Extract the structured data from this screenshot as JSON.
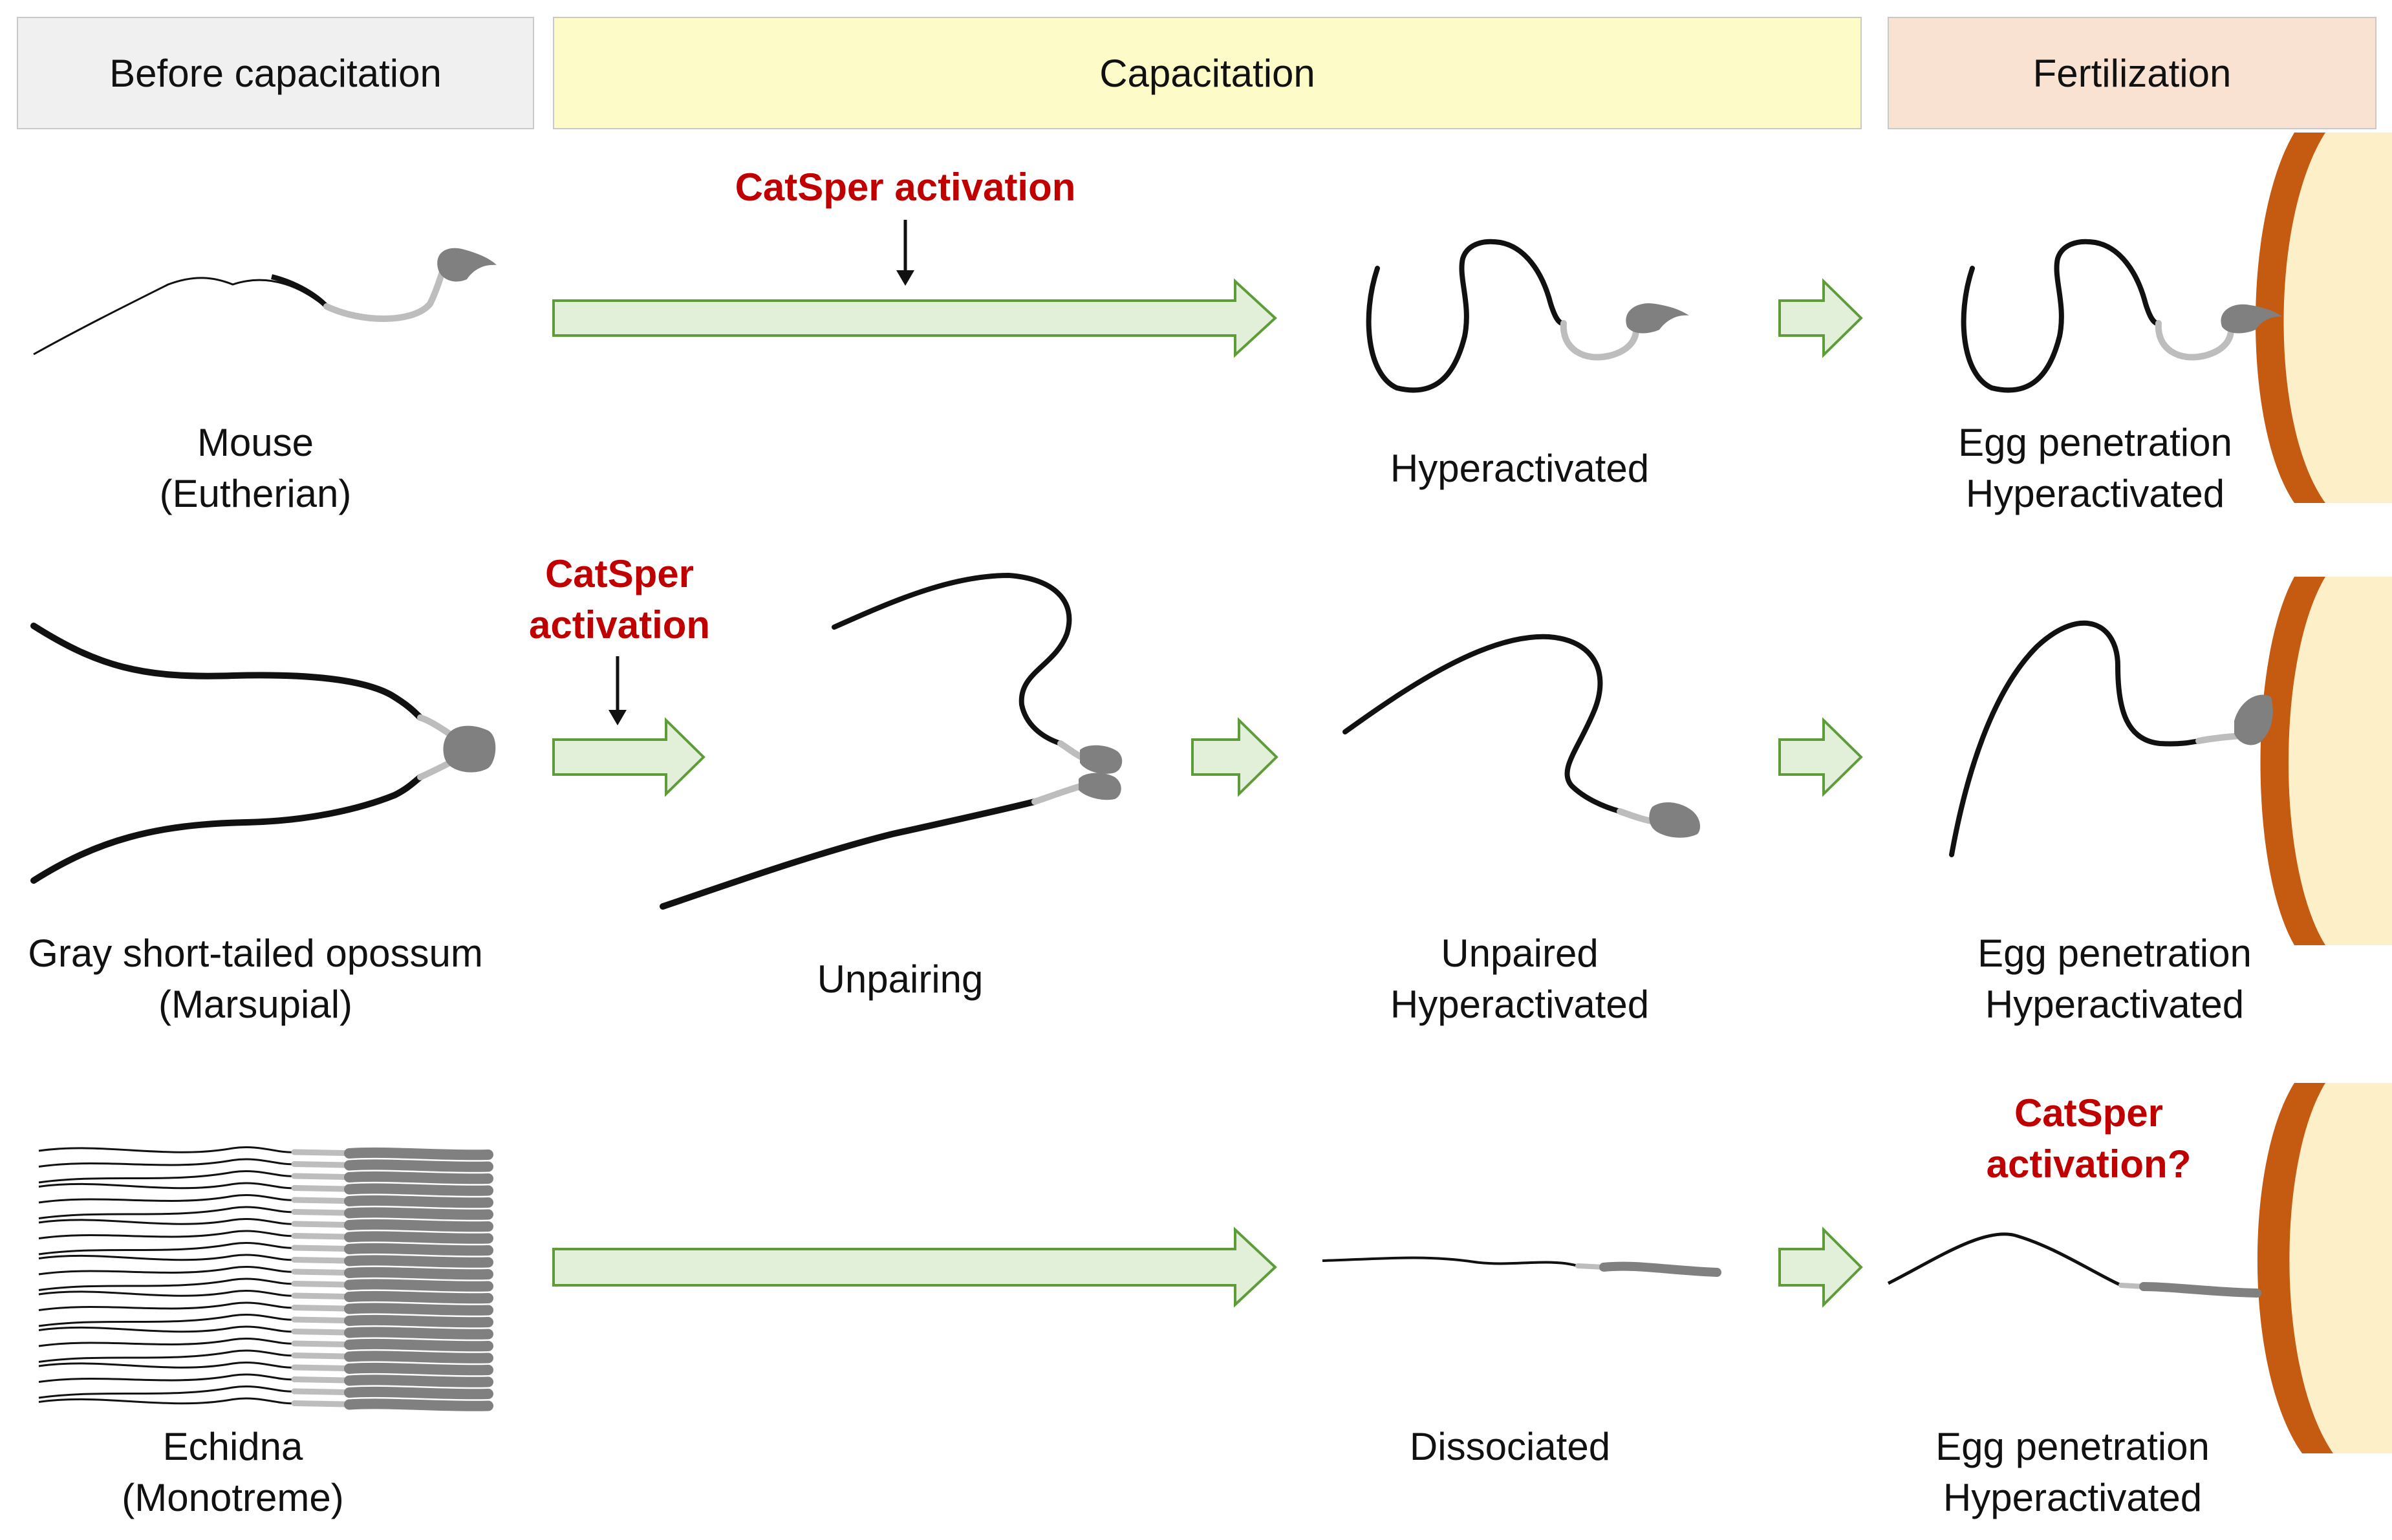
{
  "stages": {
    "before": "Before capacitation",
    "capacitation": "Capacitation",
    "fertilization": "Fertilization"
  },
  "rows": {
    "mouse": {
      "species": "Mouse",
      "group": "(Eutherian)",
      "activation": "CatSper activation",
      "capacitated": "Hyperactivated",
      "penetration": "Egg penetration",
      "penetration_state": "Hyperactivated"
    },
    "opossum": {
      "species": "Gray short-tailed opossum",
      "group": "(Marsupial)",
      "activation_1": "CatSper",
      "activation_2": "activation",
      "step": "Unpairing",
      "capacitated_1": "Unpaired",
      "capacitated_2": "Hyperactivated",
      "penetration": "Egg penetration",
      "penetration_state": "Hyperactivated"
    },
    "echidna": {
      "species": "Echidna",
      "group": "(Monotreme)",
      "capacitated": "Dissociated",
      "activation_1": "CatSper",
      "activation_2": "activation?",
      "penetration": "Egg penetration",
      "penetration_state": "Hyperactivated"
    }
  },
  "colors": {
    "activation_text": "#c00000",
    "arrow_fill": "#e2efd9",
    "arrow_stroke": "#5e9c3a",
    "egg_shell": "#c55a11",
    "egg_inner": "#fdefc8",
    "flagellum": "#111111",
    "midpiece": "#bdbdbd",
    "head": "#808080"
  }
}
